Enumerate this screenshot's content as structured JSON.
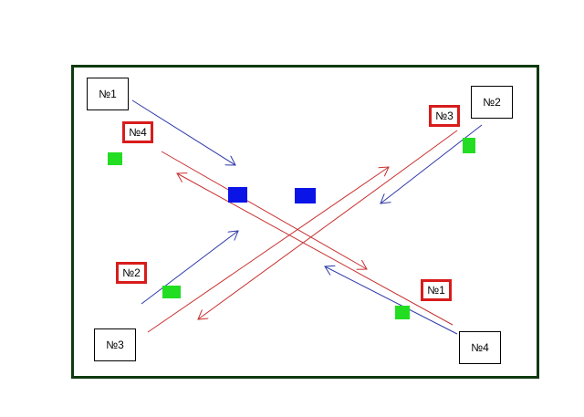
{
  "colors": {
    "frame": "#0f3a0f",
    "blue_arrow": "#2f3aa8",
    "red_arrow": "#c83030",
    "red_label_border": "#d81c1c",
    "green_square": "#22dd22",
    "blue_square": "#0a14e6"
  },
  "labels": {
    "black_1": "№1",
    "black_2": "№2",
    "black_3": "№3",
    "black_4": "№4",
    "red_4": "№4",
    "red_3": "№3",
    "red_2": "№2",
    "red_1": "№1"
  }
}
